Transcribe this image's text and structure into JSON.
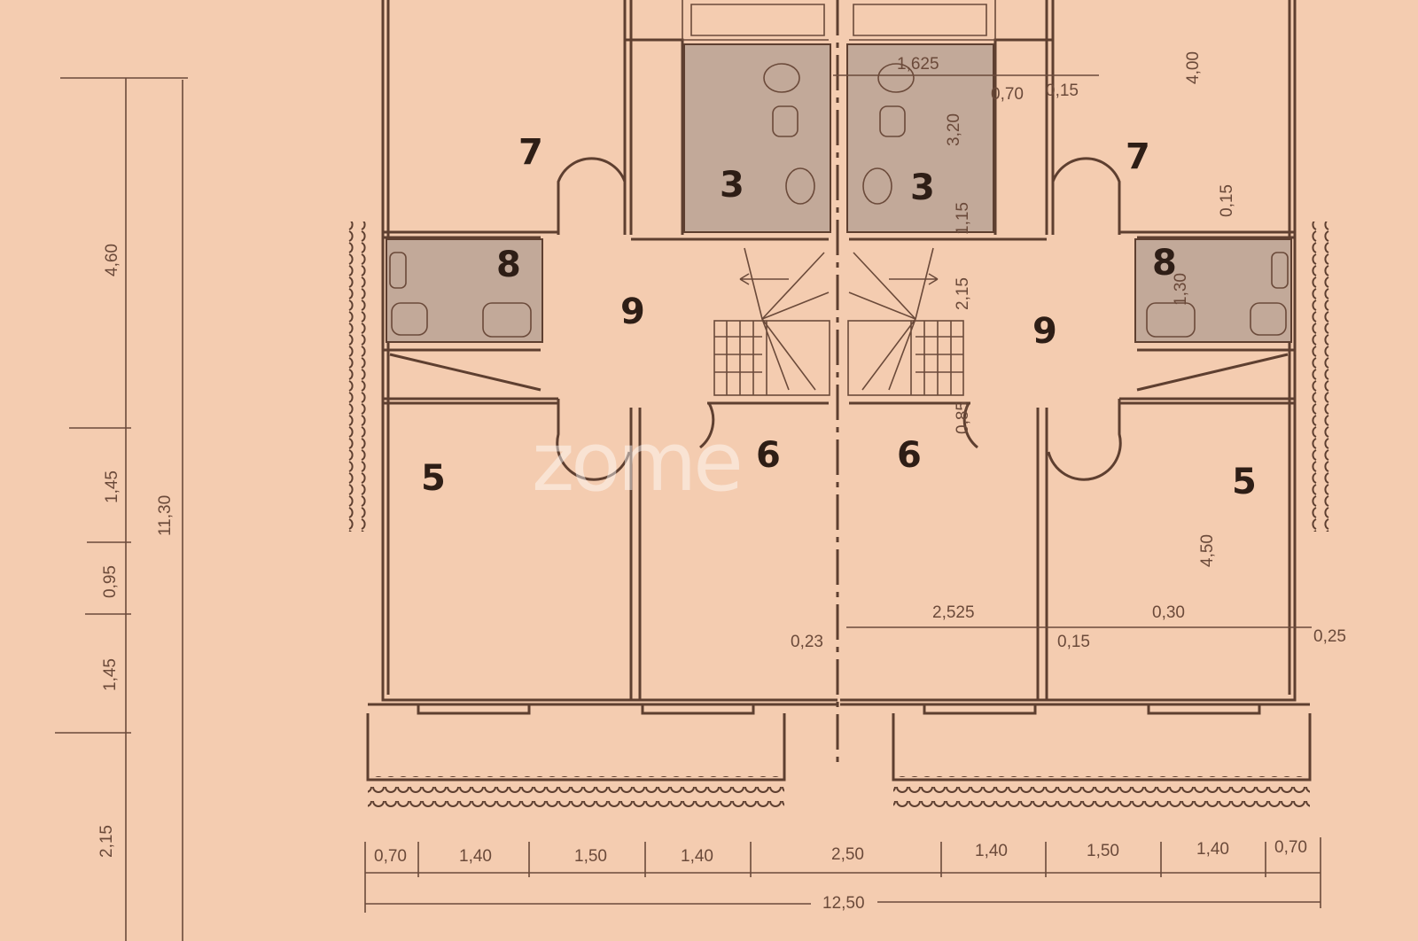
{
  "watermark": "zome",
  "rooms": {
    "left": {
      "r7": "7",
      "r3": "3",
      "r8": "8",
      "r9": "9",
      "r5": "5",
      "r6": "6"
    },
    "right": {
      "r7": "7",
      "r3": "3",
      "r8": "8",
      "r9": "9",
      "r5": "5",
      "r6": "6"
    }
  },
  "interior_dimensions": {
    "d1625": "1,625",
    "d070": "0,70",
    "d015a": "0,15",
    "d320": "3,20",
    "d400": "4,00",
    "d015b": "0,15",
    "d115": "1,15",
    "d215": "2,15",
    "d130": "1,30",
    "d085": "0,85",
    "d450": "4,50",
    "d2525": "2,525",
    "d030": "0,30",
    "d023": "0,23",
    "d015c": "0,15",
    "d025": "0,25"
  },
  "bottom_dimensions": [
    "0,70",
    "1,40",
    "1,50",
    "1,40",
    "2,50",
    "1,40",
    "1,50",
    "1,40",
    "0,70"
  ],
  "bottom_total": "12,50",
  "left_dimensions": [
    "4,60",
    "1,45",
    "0,95",
    "1,45",
    "2,15"
  ],
  "left_total": "11,30",
  "colors": {
    "paper": "#f4ccb0",
    "line": "#5e3f30",
    "wet_area": "#c2a999"
  }
}
